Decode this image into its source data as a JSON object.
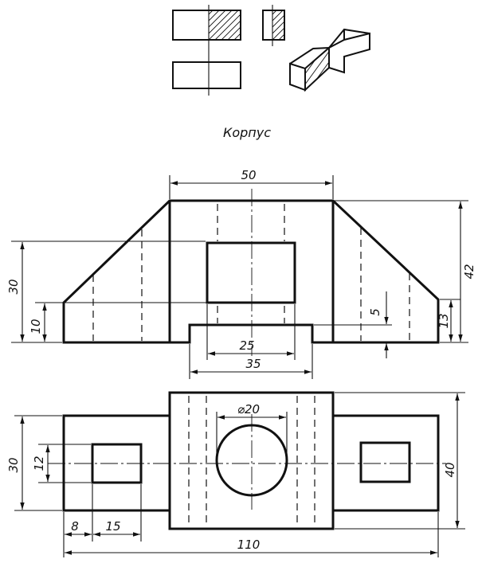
{
  "title": "Корпус",
  "front_view": {
    "dims": {
      "top_width": "50",
      "height_overall": "42",
      "left_height": "30",
      "left_low": "10",
      "slot_depth": "5",
      "right_height": "13",
      "slot_inner": "25",
      "slot_outer": "35"
    }
  },
  "top_view": {
    "dims": {
      "hole_diameter": "⌀20",
      "left_height": "30",
      "pocket_height": "12",
      "right_height": "40",
      "offset": "8",
      "pocket_width": "15",
      "overall_width": "110"
    }
  }
}
